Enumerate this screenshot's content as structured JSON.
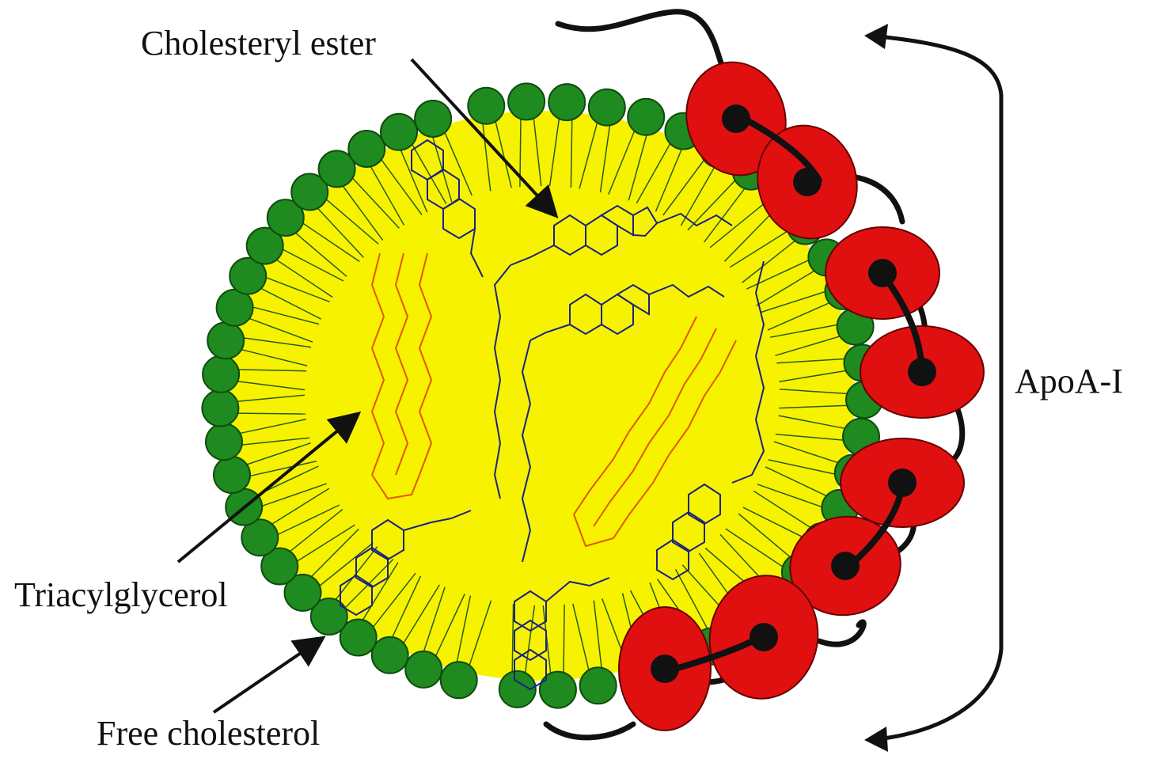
{
  "labels": {
    "cholesteryl_ester": "Cholesteryl ester",
    "triacylglycerol": "Triacylglycerol",
    "free_cholesterol": "Free cholesterol",
    "apoa1": "ApoA-I"
  },
  "colors": {
    "core": "#f7f200",
    "phospholipid_head": "#1f8a1f",
    "apolipoprotein": "#e01010",
    "cholesterol_ester_structure": "#1a237e",
    "triacylglycerol_structure": "#e05a00",
    "arrows": "#111111"
  }
}
